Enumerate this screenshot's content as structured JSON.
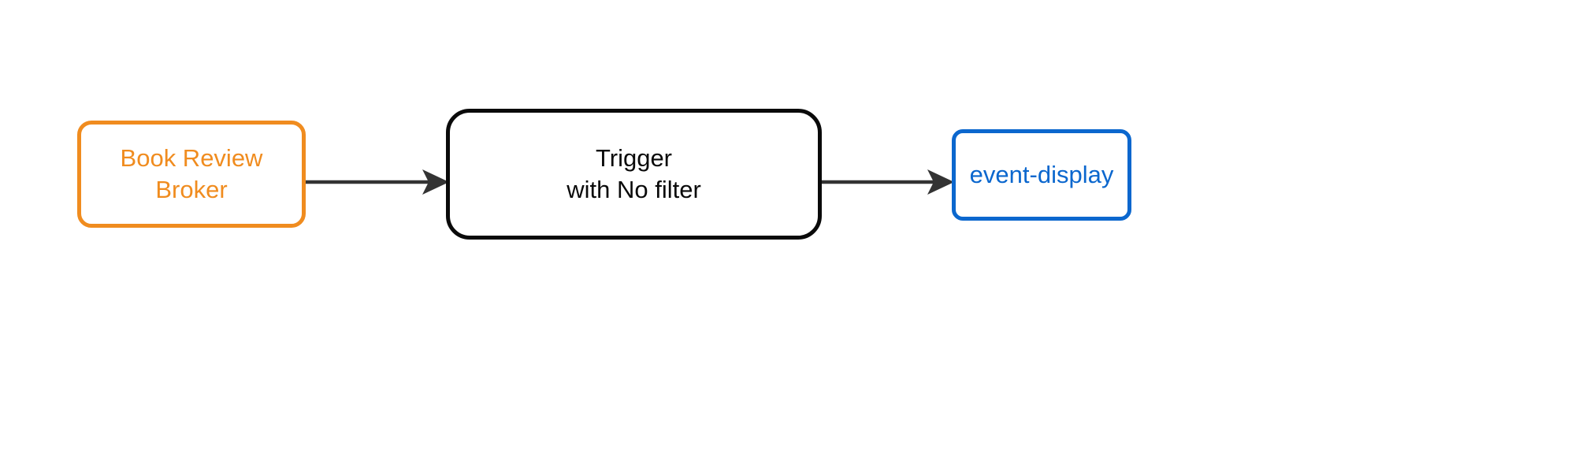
{
  "diagram": {
    "type": "flowchart",
    "direction": "left-to-right",
    "background_color": "#ffffff",
    "nodes": [
      {
        "id": "broker",
        "name": "broker-node",
        "shape": "rounded-rectangle",
        "lines": [
          "Book Review",
          "Broker"
        ],
        "line1": "Book Review",
        "line2": "Broker",
        "border_color": "#F08C1F",
        "text_color": "#F08C1F",
        "fill_color": "#ffffff"
      },
      {
        "id": "trigger",
        "name": "trigger-node",
        "shape": "rounded-rectangle",
        "lines": [
          "Trigger",
          "with No filter"
        ],
        "line1": "Trigger",
        "line2": "with No filter",
        "border_color": "#0a0a0a",
        "text_color": "#0a0a0a",
        "fill_color": "#ffffff"
      },
      {
        "id": "sink",
        "name": "sink-node",
        "shape": "rounded-rectangle",
        "lines": [
          "event-display"
        ],
        "line1": "event-display",
        "border_color": "#0B67CE",
        "text_color": "#0B67CE",
        "fill_color": "#ffffff"
      }
    ],
    "edges": [
      {
        "id": "broker-to-trigger",
        "name": "edge-broker-trigger",
        "from": "broker",
        "to": "trigger",
        "label": "",
        "style": "solid",
        "arrowhead": "filled-triangle",
        "color": "#333333"
      },
      {
        "id": "trigger-to-sink",
        "name": "edge-trigger-sink",
        "from": "trigger",
        "to": "sink",
        "label": "",
        "style": "solid",
        "arrowhead": "filled-triangle",
        "color": "#333333"
      }
    ]
  }
}
